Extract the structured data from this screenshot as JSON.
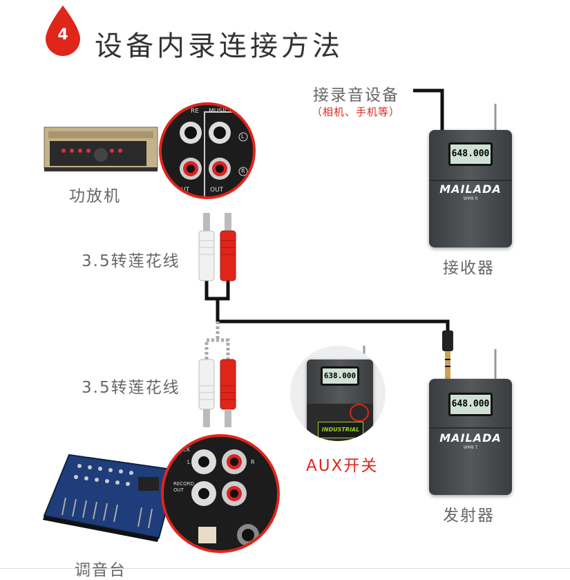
{
  "header": {
    "step_number": "4",
    "title": "设备内录连接方法"
  },
  "devices": {
    "amplifier_label": "功放机",
    "receiver_label": "接收器",
    "transmitter_label": "发射器",
    "mixer_label": "调音台"
  },
  "recording_device": {
    "label": "接录音设备",
    "note": "（相机、手机等）"
  },
  "cables": {
    "top_label": "3.5转莲花线",
    "bottom_label": "3.5转莲花线"
  },
  "aux_switch_label": "AUX开关",
  "amplifier_panel": {
    "group_label": "MUSIC",
    "left_cut_label": "RE",
    "bottom_left_label": "UT",
    "bottom_label": "OUT",
    "left_channel": "L",
    "right_channel": "R"
  },
  "mixer_panel": {
    "top_label": "ACK",
    "record_out_label": "RECORD\nOUT",
    "left_channel": "L",
    "right_channel": "R"
  },
  "receiver_unit": {
    "brand": "MAILADA",
    "model": "WM8 R",
    "screen_value": "648.000"
  },
  "transmitter_unit": {
    "brand": "MAILADA",
    "model": "WM8 T",
    "screen_value": "648.000"
  },
  "aux_detail": {
    "screen_value": "638.000",
    "battery_text": "INDUSTRIAL"
  },
  "colors": {
    "accent": "#e0251b",
    "cable": "#111111",
    "device_body": "#46494c"
  }
}
